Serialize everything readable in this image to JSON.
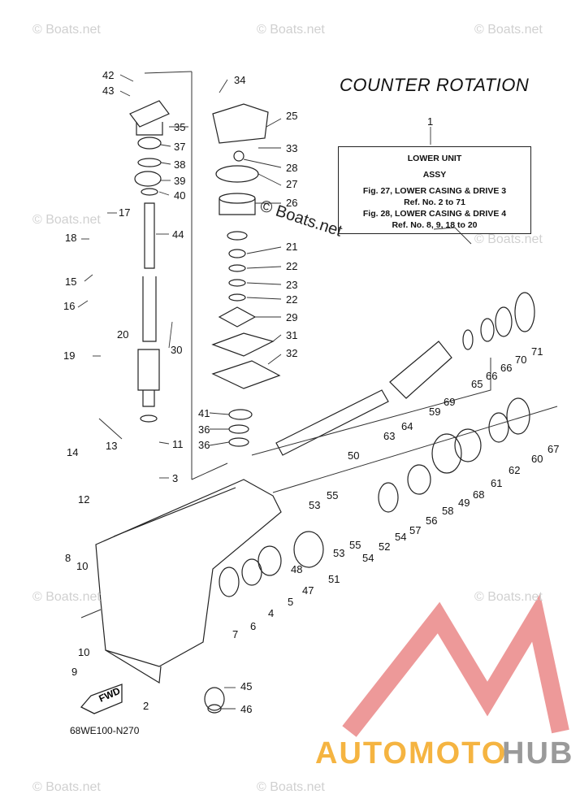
{
  "title": "COUNTER ROTATION",
  "reference_box": {
    "ref_no": "1",
    "line1": "LOWER UNIT",
    "line2": "ASSY",
    "line3": "Fig. 27, LOWER CASING & DRIVE 3",
    "line4": "Ref. No. 2 to 71",
    "line5": "Fig. 28, LOWER CASING & DRIVE 4",
    "line6": "Ref. No. 8, 9, 18 to 20"
  },
  "diagram_code": "68WE100-N270",
  "boats_mark": "© Boats.net",
  "watermark_text": "© Boats.net",
  "fwd_label": "FWD",
  "logo": {
    "part1": "AUTOMOTO",
    "part2": "HUB",
    "color1": "#f5b441",
    "color2": "#9a9a9a",
    "mark_color": "#e05a5a"
  },
  "callouts": {
    "c42": "42",
    "c43": "43",
    "c35": "35",
    "c37": "37",
    "c38": "38",
    "c39": "39",
    "c40": "40",
    "c44": "44",
    "c17": "17",
    "c18": "18",
    "c15": "15",
    "c16": "16",
    "c20": "20",
    "c30": "30",
    "c19": "19",
    "c11": "11",
    "c3": "3",
    "c14": "14",
    "c13": "13",
    "c12": "12",
    "c8": "8",
    "c10a": "10",
    "c10b": "10",
    "c9": "9",
    "c2": "2",
    "c34": "34",
    "c25": "25",
    "c33": "33",
    "c28": "28",
    "c27": "27",
    "c26": "26",
    "c21": "21",
    "c22a": "22",
    "c23": "23",
    "c22b": "22",
    "c29": "29",
    "c31": "31",
    "c32": "32",
    "c41": "41",
    "c36a": "36",
    "c36b": "36",
    "c45": "45",
    "c46": "46",
    "c7": "7",
    "c6": "6",
    "c4": "4",
    "c5": "5",
    "c47": "47",
    "c48": "48",
    "c51": "51",
    "c53a": "53",
    "c55a": "55",
    "c55b": "55",
    "c53b": "53",
    "c54a": "54",
    "c54b": "54",
    "c52": "52",
    "c50": "50",
    "c63": "63",
    "c64": "64",
    "c59": "59",
    "c69": "69",
    "c65": "65",
    "c66a": "66",
    "c66b": "66",
    "c70": "70",
    "c71": "71",
    "c57": "57",
    "c56": "56",
    "c58": "58",
    "c49": "49",
    "c68": "68",
    "c61": "61",
    "c62": "62",
    "c60": "60",
    "c67": "67"
  }
}
